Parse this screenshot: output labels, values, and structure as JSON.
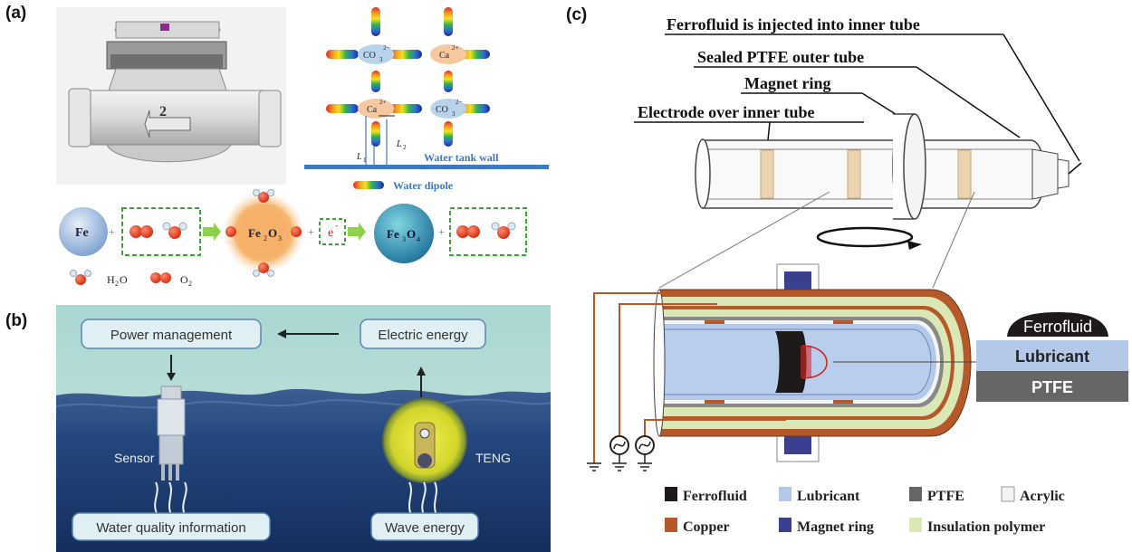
{
  "panel_labels": {
    "a": "(a)",
    "b": "(b)",
    "c": "(c)"
  },
  "panel_a": {
    "meter_arrow_number": "2",
    "ions": {
      "co3": "CO",
      "co3_sub": "3",
      "co3_sup": "2−",
      "ca": "Ca",
      "ca_sup": "2+"
    },
    "lengths": {
      "l1": "L",
      "l1_sub": "1",
      "l2": "L",
      "l2_sub": "2"
    },
    "water_tank_wall": "Water tank wall",
    "water_dipole": "Water dipole",
    "reaction": {
      "fe": "Fe",
      "plus": "+",
      "fe2o3": "Fe",
      "fe2o3_s1": "2",
      "fe2o3_o": "O",
      "fe2o3_s2": "3",
      "electron": "e",
      "electron_sup": "-",
      "fe3o4": "Fe",
      "fe3o4_s1": "3",
      "fe3o4_o": "O",
      "fe3o4_s2": "4"
    },
    "legend": {
      "h2o": "H",
      "h2o_sub": "2",
      "h2o_o": "O",
      "o2": "O",
      "o2_sub": "2"
    }
  },
  "panel_b": {
    "power_management": "Power management",
    "electric_energy": "Electric energy",
    "sensor": "Sensor",
    "teng": "TENG",
    "water_quality": "Water quality information",
    "wave_energy": "Wave energy"
  },
  "panel_c": {
    "callouts": {
      "ferrofluid_injected": "Ferrofluid is injected into inner tube",
      "sealed_ptfe": "Sealed PTFE outer tube",
      "magnet_ring": "Magnet ring",
      "electrode": "Electrode over inner tube"
    },
    "stack": {
      "ferrofluid": "Ferrofluid",
      "lubricant": "Lubricant",
      "ptfe": "PTFE"
    },
    "legend": [
      {
        "label": "Ferrofluid",
        "color": "#1e1a1a"
      },
      {
        "label": "Lubricant",
        "color": "#b4c8ea"
      },
      {
        "label": "PTFE",
        "color": "#666666"
      },
      {
        "label": "Acrylic",
        "color": "#f4f4f4"
      },
      {
        "label": "Copper",
        "color": "#b5582a"
      },
      {
        "label": "Magnet ring",
        "color": "#3b3f8f"
      },
      {
        "label": "Insulation polymer",
        "color": "#d9e8b5"
      }
    ]
  }
}
